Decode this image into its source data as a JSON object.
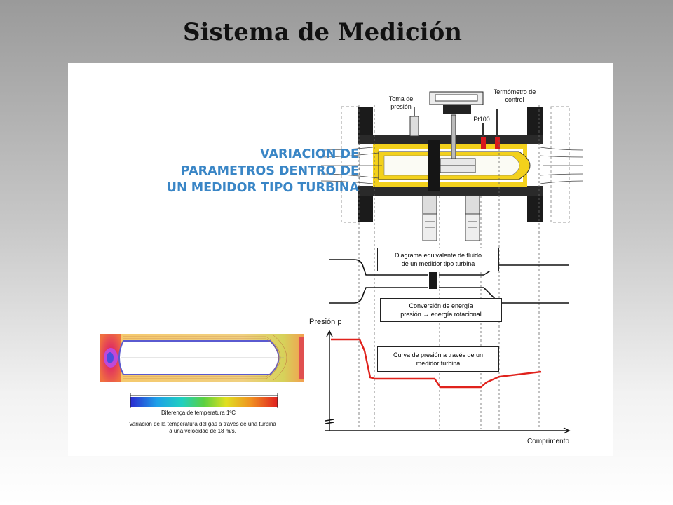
{
  "slide": {
    "title": "Sistema de Medición"
  },
  "heading": {
    "lines": [
      "VARIACION DE",
      "PARAMETROS DENTRO DE",
      "UN MEDIDOR TIPO TURBINA"
    ],
    "color": "#3a86c6"
  },
  "meter_labels": {
    "toma_presion": [
      "Toma de",
      "presión"
    ],
    "termometro": [
      "Termómetro de",
      "control"
    ],
    "pt100": "Pt100"
  },
  "boxes": {
    "diagrama": [
      "Diagrama equivalente de fluido",
      "de un medidor tipo turbina"
    ],
    "conversion": [
      "Conversión de energía",
      "presión → energía rotacional"
    ],
    "curva": [
      "Curva de presión a través de un",
      "medidor turbina"
    ]
  },
  "pressure_chart": {
    "ylabel": "Presión p",
    "xlabel": "Comprimento",
    "curve_color": "#e0221c"
  },
  "thermal": {
    "scale_label": "Diferença de temperatura 1ºC",
    "caption": [
      "Variación de la temperatura del gas a través de una turbina",
      "a una velocidad de 18 m/s."
    ]
  }
}
